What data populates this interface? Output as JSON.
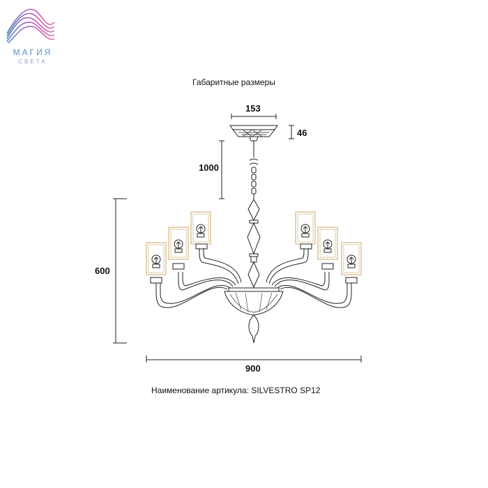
{
  "brand": {
    "name": "МАГИЯ",
    "tagline": "СВЕТА",
    "colors": {
      "blue": "#5b8fc7",
      "violet": "#b455b8",
      "pink": "#e07aa8"
    }
  },
  "heading": "Габаритные размеры",
  "dimensions": {
    "canopy_diameter": "153",
    "canopy_height": "46",
    "chain_length": "1000",
    "body_height": "600",
    "total_width": "900"
  },
  "article": "Наименование артикула: SILVESTRO SP12",
  "colors": {
    "line": "#222222",
    "glass": "#c9a86a"
  }
}
